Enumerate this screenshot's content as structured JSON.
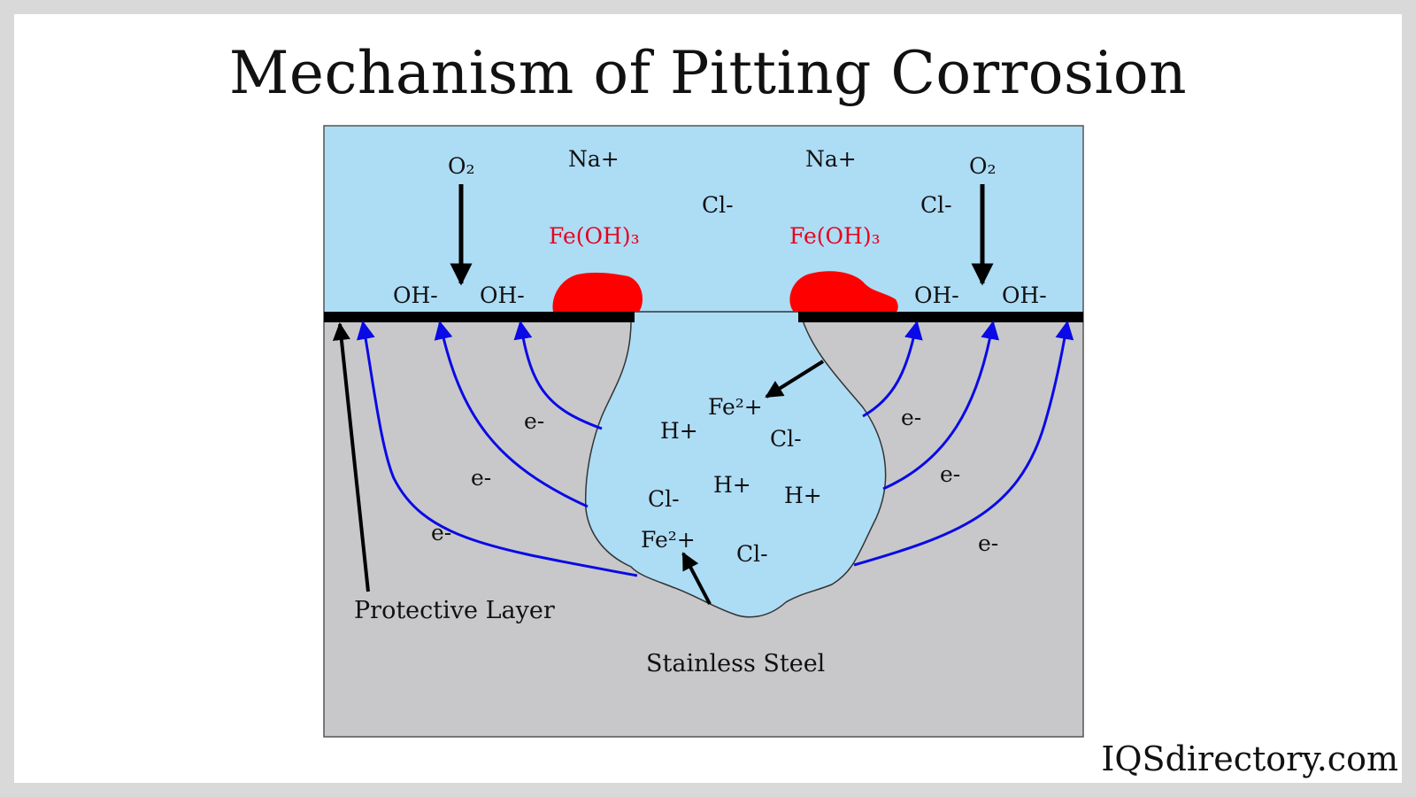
{
  "title": "Mechanism of Pitting Corrosion",
  "brand": "IQSdirectory.com",
  "colors": {
    "solution": "#addcf5",
    "steel": "#c8c8ca",
    "layer": "#000000",
    "rust": "#ff0000",
    "electron_arrow": "#0a0ae6",
    "red_text": "#e8001c"
  },
  "labels": {
    "o2_left": "O₂",
    "o2_right": "O₂",
    "na_left": "Na+",
    "na_right": "Na+",
    "cl_top_center": "Cl-",
    "cl_top_right": "Cl-",
    "feoh3_left": "Fe(OH)₃",
    "feoh3_right": "Fe(OH)₃",
    "oh_1": "OH-",
    "oh_2": "OH-",
    "oh_3": "OH-",
    "oh_4": "OH-",
    "fe2_top": "Fe²+",
    "h_1": "H+",
    "cl_pit_1": "Cl-",
    "cl_pit_2": "Cl-",
    "h_2": "H+",
    "h_3": "H+",
    "fe2_bottom": "Fe²+",
    "cl_pit_3": "Cl-",
    "e_left_1": "e-",
    "e_left_2": "e-",
    "e_left_3": "e-",
    "e_right_1": "e-",
    "e_right_2": "e-",
    "e_right_3": "e-",
    "protective_layer": "Protective Layer",
    "stainless_steel": "Stainless Steel"
  }
}
